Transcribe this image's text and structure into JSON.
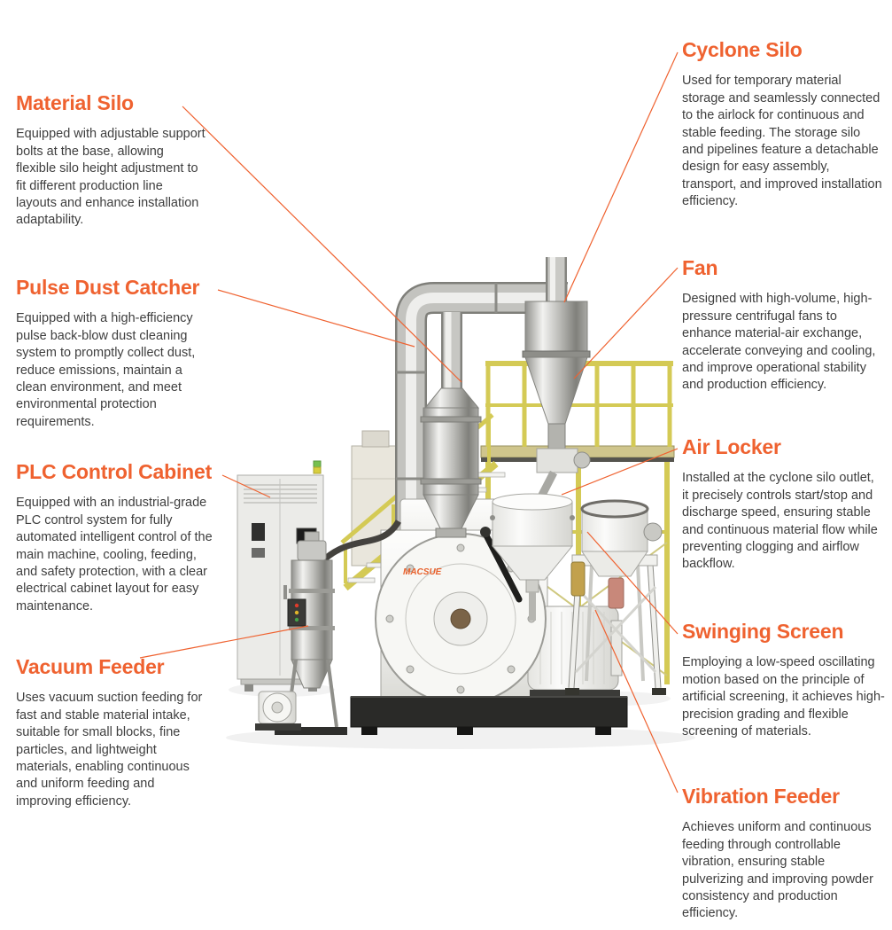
{
  "accent": "#EF6230",
  "machine": {
    "brand": "MACSUE"
  },
  "callouts": {
    "left": [
      {
        "id": "material-silo",
        "title": "Material Silo",
        "body": "Equipped with adjustable support bolts at the base, allowing flexible silo height adjustment to fit different production line layouts and enhance installation adaptability."
      },
      {
        "id": "pulse-dust-catcher",
        "title": "Pulse Dust Catcher",
        "body": "Equipped with a high-efficiency pulse back-blow dust cleaning system to promptly collect dust, reduce emissions, maintain a clean environment, and meet environmental protection requirements."
      },
      {
        "id": "plc-control-cabinet",
        "title": "PLC Control Cabinet",
        "body": "Equipped with an industrial-grade PLC control system for fully automated intelligent control of the main machine, cooling, feeding, and safety protection, with a clear electrical cabinet layout for easy maintenance."
      },
      {
        "id": "vacuum-feeder",
        "title": "Vacuum Feeder",
        "body": "Uses vacuum suction feeding for fast and stable material intake, suitable for small blocks, fine particles, and lightweight materials, enabling continuous and uniform feeding and improving efficiency."
      }
    ],
    "right": [
      {
        "id": "cyclone-silo",
        "title": "Cyclone Silo",
        "body": "Used for temporary material storage and seamlessly connected to the airlock for continuous and stable feeding. The storage silo and pipelines feature a detachable design for easy assembly, transport, and improved installation efficiency."
      },
      {
        "id": "fan",
        "title": "Fan",
        "body": "Designed with high-volume, high-pressure centrifugal fans to enhance material-air exchange, accelerate conveying and cooling, and improve operational stability and production efficiency."
      },
      {
        "id": "air-locker",
        "title": "Air Locker",
        "body": "Installed at the cyclone silo outlet, it precisely controls start/stop and discharge speed, ensuring stable and continuous material flow while preventing clogging and airflow backflow."
      },
      {
        "id": "swinging-screen",
        "title": "Swinging Screen",
        "body": "Employing a low-speed oscillating motion based on the principle of artificial screening, it achieves high-precision grading and flexible screening of materials."
      },
      {
        "id": "vibration-feeder",
        "title": "Vibration Feeder",
        "body": "Achieves uniform and continuous feeding through controllable vibration, ensuring stable pulverizing and improving powder consistency and production efficiency."
      }
    ]
  }
}
